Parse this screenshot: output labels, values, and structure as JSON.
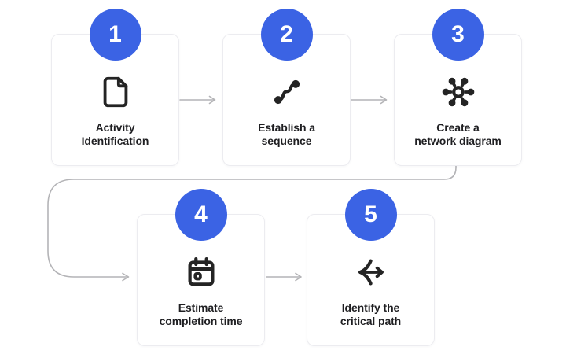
{
  "colors": {
    "accent": "#3b63e4",
    "connector": "#b4b4b7",
    "icon": "#242424",
    "card_border": "#ececf0",
    "label": "#1f1f22",
    "background": "#ffffff"
  },
  "steps": [
    {
      "number": "1",
      "label": "Activity\nIdentification",
      "icon": "file-icon"
    },
    {
      "number": "2",
      "label": "Establish a\nsequence",
      "icon": "route-sequence-icon"
    },
    {
      "number": "3",
      "label": "Create a\nnetwork diagram",
      "icon": "network-hub-icon"
    },
    {
      "number": "4",
      "label": "Estimate\ncompletion time",
      "icon": "calendar-icon"
    },
    {
      "number": "5",
      "label": "Identify the\ncritical path",
      "icon": "critical-path-arrow-icon"
    }
  ]
}
